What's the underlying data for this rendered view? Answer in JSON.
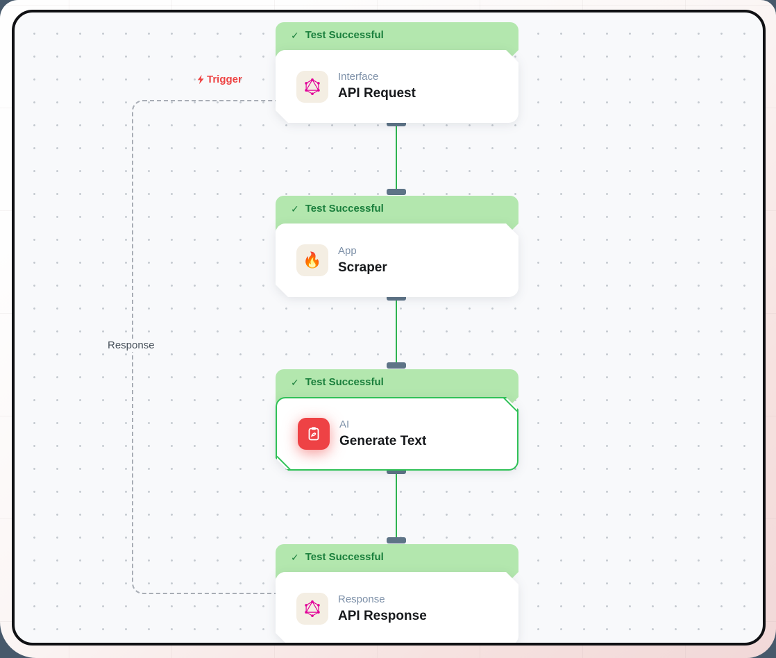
{
  "workflow": {
    "edges": {
      "trigger_label": "Trigger",
      "response_label": "Response"
    },
    "nodes": [
      {
        "status_banner": "Test Successful",
        "category": "Interface",
        "title": "API Request",
        "icon": "graphql-icon",
        "selected": false
      },
      {
        "status_banner": "Test Successful",
        "category": "App",
        "title": "Scraper",
        "icon": "fire-icon",
        "selected": false
      },
      {
        "status_banner": "Test Successful",
        "category": "AI",
        "title": "Generate Text",
        "icon": "generate-text-icon",
        "selected": true
      },
      {
        "status_banner": "Test Successful",
        "category": "Response",
        "title": "API Response",
        "icon": "graphql-icon",
        "selected": false
      }
    ]
  },
  "icons": {
    "check": "✓",
    "fire": "🔥"
  },
  "colors": {
    "banner_bg": "#b3e7ae",
    "banner_text": "#1a7f3c",
    "connector_green": "#2db450",
    "selected_border": "#2fc157",
    "handle_slate": "#5e7487",
    "trigger_red": "#ee4444",
    "graphql_pink": "#e10098",
    "ai_icon_red": "#ee4245",
    "icon_bg_beige": "#f4eee3",
    "canvas_bg": "#f8f9fb",
    "frame_border": "#101114"
  }
}
